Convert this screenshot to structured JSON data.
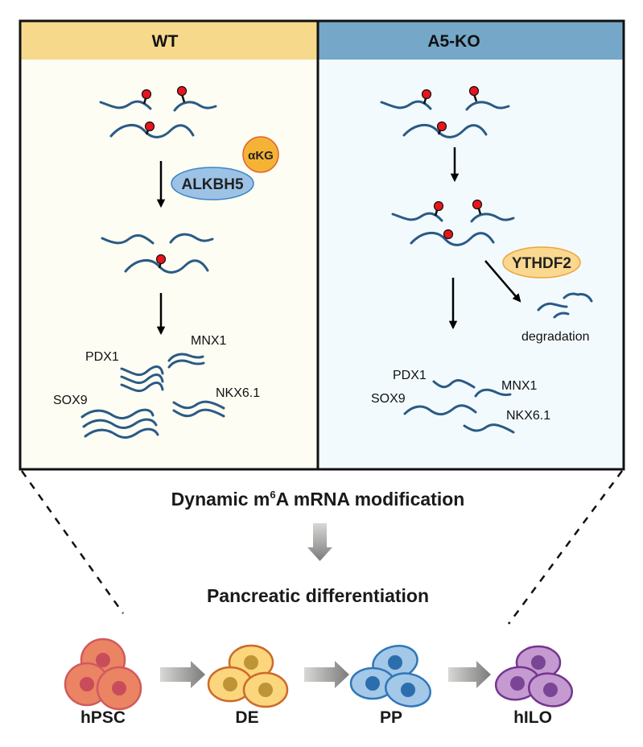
{
  "panels": {
    "wt": {
      "title": "WT",
      "header_color": "#f7d98c",
      "body_color": "#fdfdf3",
      "enzyme": "ALKBH5",
      "enzyme_color": "#9cc3e6",
      "cofactor": "αKG",
      "cofactor_color": "#f5b335",
      "genes": [
        "PDX1",
        "MNX1",
        "SOX9",
        "NKX6.1"
      ]
    },
    "ko": {
      "title": "A5-KO",
      "header_color": "#75a7c8",
      "body_color": "#f3fafd",
      "reader": "YTHDF2",
      "reader_color": "#fad88f",
      "degradation_label": "degradation",
      "genes": [
        "PDX1",
        "MNX1",
        "SOX9",
        "NKX6.1"
      ]
    }
  },
  "caption": {
    "line1_pre": "Dynamic m",
    "line1_sup": "6",
    "line1_post": "A mRNA modification",
    "line2": "Pancreatic differentiation"
  },
  "stages": [
    {
      "label": "hPSC",
      "fill": "#eb8463",
      "stroke": "#d05a5f",
      "nucleus": "#c94c5c"
    },
    {
      "label": "DE",
      "fill": "#fbd67c",
      "stroke": "#cc6a2a",
      "nucleus": "#bf9436"
    },
    {
      "label": "PP",
      "fill": "#a3c8e8",
      "stroke": "#2f77b8",
      "nucleus": "#2c6eac"
    },
    {
      "label": "hILO",
      "fill": "#c49ad1",
      "stroke": "#74358f",
      "nucleus": "#7b4596"
    }
  ],
  "colors": {
    "rna": "#2a5a86",
    "m6a_mark": "#e8151c",
    "border": "#111111"
  }
}
